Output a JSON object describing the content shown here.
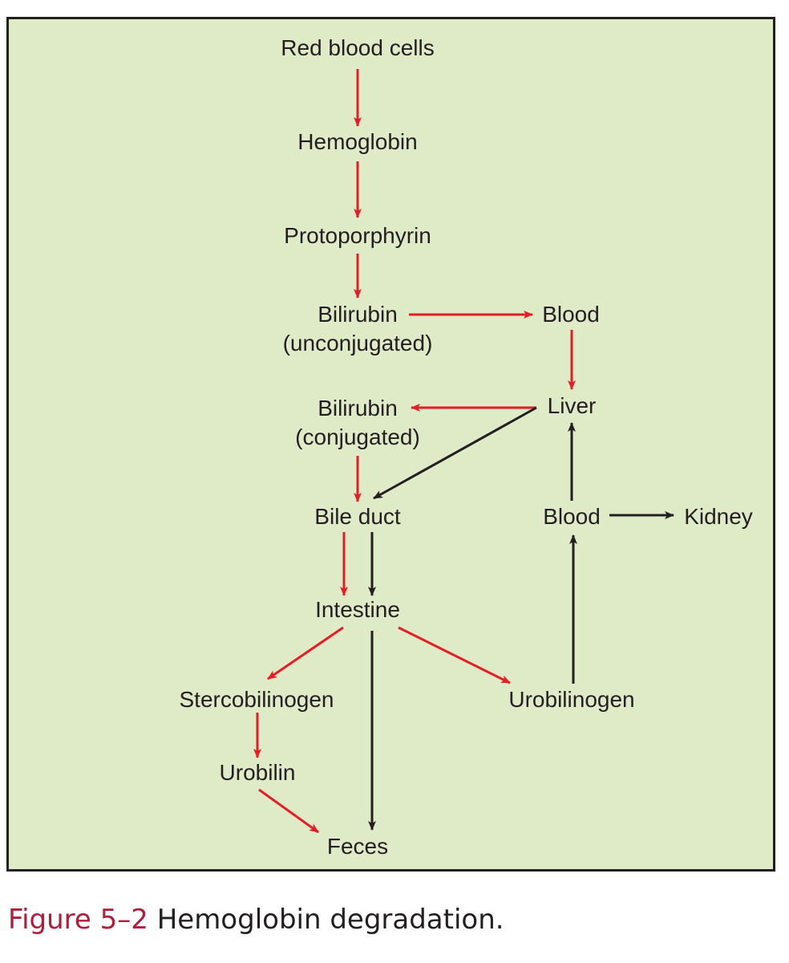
{
  "colors": {
    "panel_background": "#dfeac7",
    "panel_border": "#231f20",
    "text": "#231f20",
    "arrow_red": "#e31e24",
    "arrow_black": "#231f20",
    "caption_label": "#b31b3a"
  },
  "nodes": {
    "red_blood_cells": "Red blood cells",
    "hemoglobin": "Hemoglobin",
    "protoporphyrin": "Protoporphyrin",
    "bilirubin_unconjugated": {
      "line1": "Bilirubin",
      "line2": "(unconjugated)"
    },
    "blood_top": "Blood",
    "liver": "Liver",
    "bilirubin_conjugated": {
      "line1": "Bilirubin",
      "line2": "(conjugated)"
    },
    "bile_duct": "Bile duct",
    "blood_mid": "Blood",
    "kidney": "Kidney",
    "intestine": "Intestine",
    "stercobilinogen": "Stercobilinogen",
    "urobilinogen": "Urobilinogen",
    "urobilin": "Urobilin",
    "feces": "Feces"
  },
  "edges": [
    {
      "from": "red_blood_cells",
      "to": "hemoglobin",
      "color": "red"
    },
    {
      "from": "hemoglobin",
      "to": "protoporphyrin",
      "color": "red"
    },
    {
      "from": "protoporphyrin",
      "to": "bilirubin_unconjugated",
      "color": "red"
    },
    {
      "from": "bilirubin_unconjugated",
      "to": "blood_top",
      "color": "red"
    },
    {
      "from": "blood_top",
      "to": "liver",
      "color": "red"
    },
    {
      "from": "liver",
      "to": "bilirubin_conjugated",
      "color": "red"
    },
    {
      "from": "liver",
      "to": "bile_duct",
      "color": "black"
    },
    {
      "from": "bilirubin_conjugated",
      "to": "bile_duct",
      "color": "red"
    },
    {
      "from": "bile_duct",
      "to": "intestine",
      "color": "red"
    },
    {
      "from": "bile_duct",
      "to": "intestine",
      "color": "black"
    },
    {
      "from": "intestine",
      "to": "stercobilinogen",
      "color": "red"
    },
    {
      "from": "intestine",
      "to": "urobilinogen",
      "color": "red"
    },
    {
      "from": "intestine",
      "to": "feces",
      "color": "black"
    },
    {
      "from": "stercobilinogen",
      "to": "urobilin",
      "color": "red"
    },
    {
      "from": "urobilin",
      "to": "feces",
      "color": "red"
    },
    {
      "from": "urobilinogen",
      "to": "blood_mid",
      "color": "black"
    },
    {
      "from": "blood_mid",
      "to": "liver",
      "color": "black"
    },
    {
      "from": "blood_mid",
      "to": "kidney",
      "color": "black"
    }
  ],
  "caption": {
    "label": "Figure 5–2",
    "text": "Hemoglobin degradation."
  }
}
